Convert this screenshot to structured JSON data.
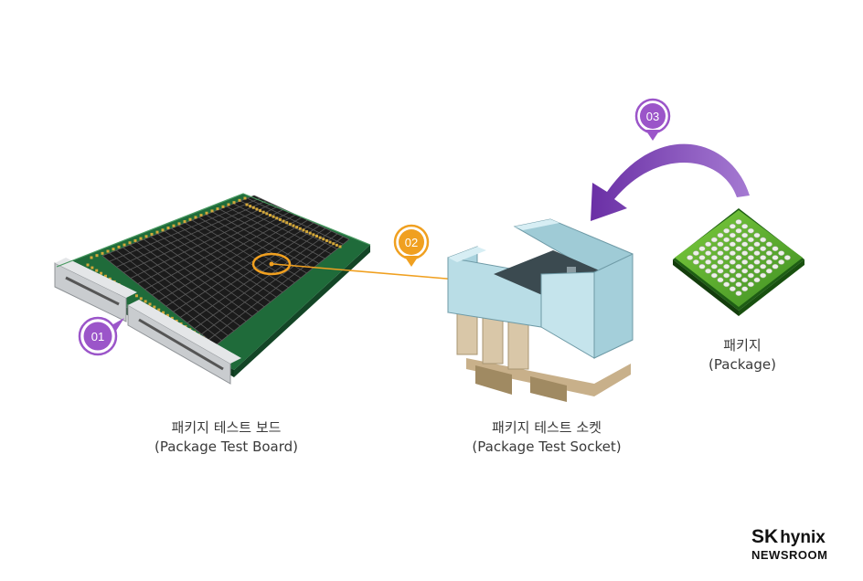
{
  "markers": [
    {
      "label": "01",
      "color": "#9b55c9"
    },
    {
      "label": "02",
      "color": "#f0a020"
    },
    {
      "label": "03",
      "color": "#9b55c9"
    }
  ],
  "board": {
    "name_ko": "패키지 테스트 보드",
    "name_en": "(Package Test Board)"
  },
  "socket": {
    "name_ko": "패키지 테스트 소켓",
    "name_en": "(Package Test Socket)"
  },
  "package": {
    "name_ko": "패키지",
    "name_en": "(Package)"
  },
  "brand": {
    "logo_sk": "SK",
    "logo_hynix": "hynix",
    "sub": "NEWSROOM"
  },
  "colors": {
    "board_green": "#1f6b3a",
    "socket_blue": "#b9dde6",
    "package_green": "#57b52e",
    "arrow_purple": "#7a3fb3",
    "connector_orange": "#f0a020"
  }
}
